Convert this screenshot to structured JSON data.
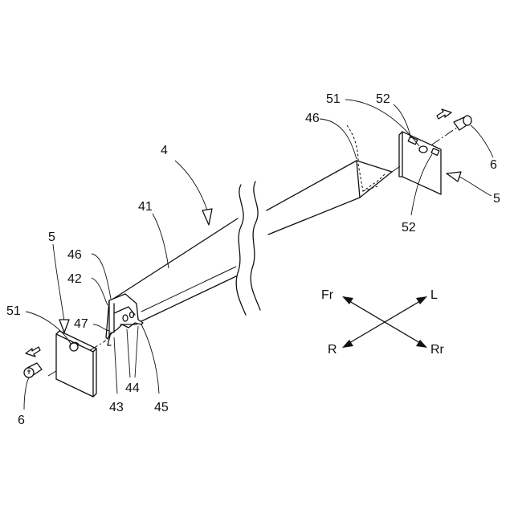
{
  "labels": {
    "beam": "4",
    "top_face": "41",
    "side_wall": "42",
    "flange": "43",
    "slot": "44",
    "lip": "45",
    "inner_rib_left": "46",
    "inner_rib_right": "46",
    "groove": "47",
    "plate_left": "5",
    "plate_right": "5",
    "hole_left": "51",
    "hole_right": "51",
    "tab_right_top": "52",
    "tab_right_bottom": "52",
    "bolt_left": "6",
    "bolt_right": "6"
  },
  "directions": {
    "front": "Fr",
    "left": "L",
    "right": "R",
    "rear": "Rr"
  }
}
